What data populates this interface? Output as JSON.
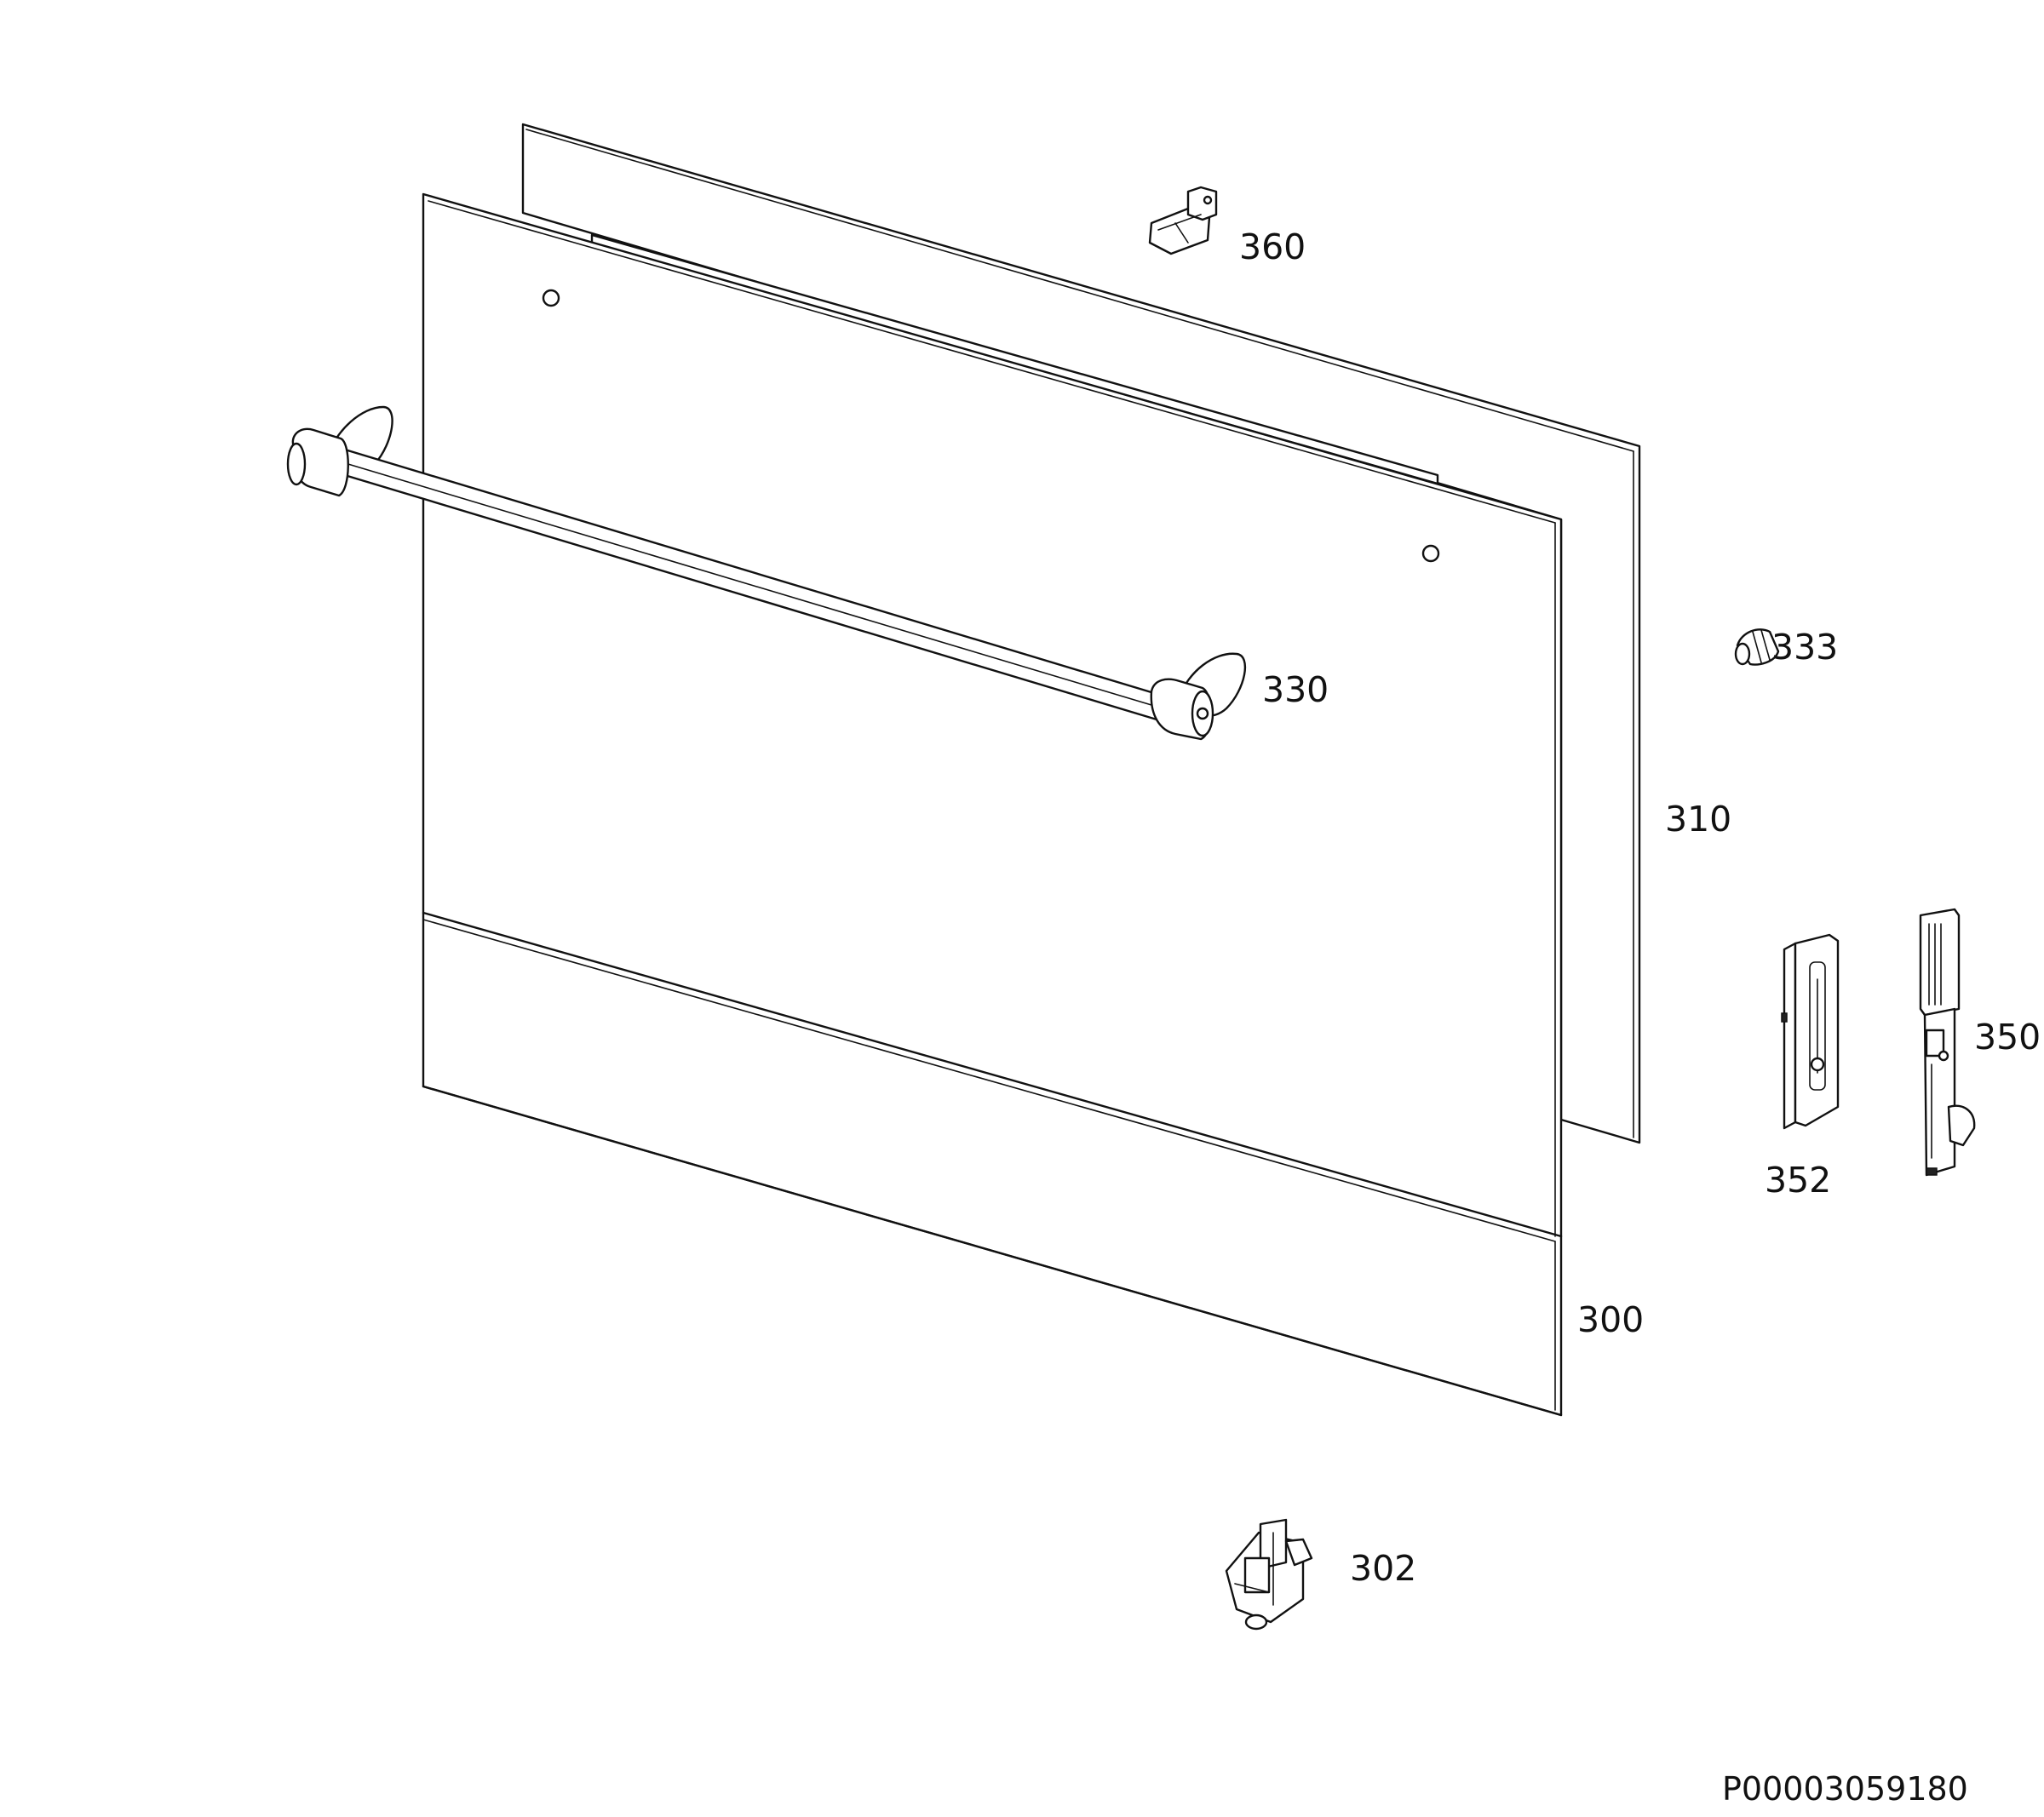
{
  "labels": {
    "p300": "300",
    "p302": "302",
    "p310": "310",
    "p330": "330",
    "p333": "333",
    "p350": "350",
    "p352": "352",
    "p360": "360"
  },
  "document_code": "P00003059180"
}
